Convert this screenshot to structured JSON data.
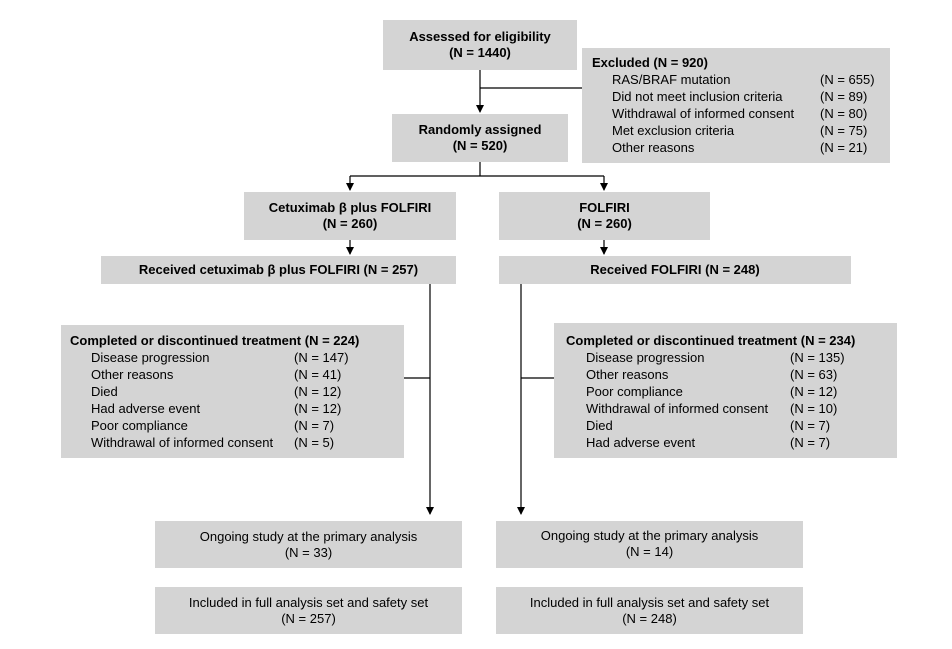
{
  "eligibility": {
    "title": "Assessed for eligibility",
    "n": "(N = 1440)"
  },
  "excluded": {
    "title": "Excluded (N = 920)",
    "items": [
      {
        "label": "RAS/BRAF mutation",
        "n": "(N = 655)"
      },
      {
        "label": "Did not meet inclusion criteria",
        "n": "(N = 89)"
      },
      {
        "label": "Withdrawal of informed consent",
        "n": "(N = 80)"
      },
      {
        "label": "Met exclusion criteria",
        "n": "(N = 75)"
      },
      {
        "label": "Other reasons",
        "n": "(N = 21)"
      }
    ]
  },
  "randomized": {
    "title": "Randomly assigned",
    "n": "(N = 520)"
  },
  "left": {
    "arm": {
      "title": "Cetuximab β plus FOLFIRI",
      "n": "(N = 260)"
    },
    "received": "Received cetuximab β plus FOLFIRI (N = 257)",
    "completed": {
      "title": "Completed or discontinued treatment (N = 224)",
      "items": [
        {
          "label": "Disease progression",
          "n": "(N = 147)"
        },
        {
          "label": "Other reasons",
          "n": "(N = 41)"
        },
        {
          "label": "Died",
          "n": "(N = 12)"
        },
        {
          "label": "Had adverse event",
          "n": "(N = 12)"
        },
        {
          "label": "Poor compliance",
          "n": "(N = 7)"
        },
        {
          "label": "Withdrawal of informed consent",
          "n": "(N = 5)"
        }
      ]
    },
    "ongoing": {
      "title": "Ongoing study at the primary analysis",
      "n": "(N = 33)"
    },
    "included": {
      "title": "Included in full analysis set and safety set",
      "n": "(N = 257)"
    }
  },
  "right": {
    "arm": {
      "title": "FOLFIRI",
      "n": "(N = 260)"
    },
    "received": "Received FOLFIRI (N = 248)",
    "completed": {
      "title": "Completed or discontinued treatment (N = 234)",
      "items": [
        {
          "label": "Disease progression",
          "n": "(N = 135)"
        },
        {
          "label": "Other reasons",
          "n": "(N = 63)"
        },
        {
          "label": "Poor compliance",
          "n": "(N = 12)"
        },
        {
          "label": "Withdrawal of informed consent",
          "n": "(N = 10)"
        },
        {
          "label": "Died",
          "n": "(N = 7)"
        },
        {
          "label": "Had adverse event",
          "n": "(N = 7)"
        }
      ]
    },
    "ongoing": {
      "title": "Ongoing study at the primary analysis",
      "n": "(N = 14)"
    },
    "included": {
      "title": "Included in full analysis set and safety set",
      "n": "(N = 248)"
    }
  }
}
